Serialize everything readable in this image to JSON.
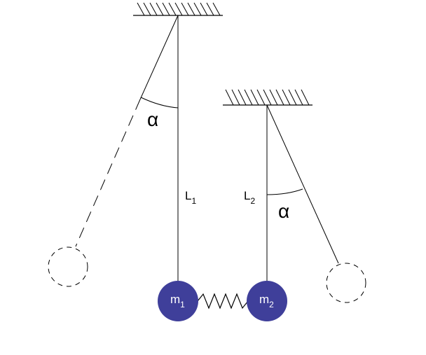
{
  "labels": {
    "angle_left": "α",
    "angle_right": "α",
    "length_1": "L",
    "length_1_sub": "1",
    "length_2": "L",
    "length_2_sub": "2",
    "mass_1": "m",
    "mass_1_sub": "1",
    "mass_2": "m",
    "mass_2_sub": "2"
  },
  "colors": {
    "mass_fill": "#3F3F9A",
    "line": "#000000",
    "dashed": "#000000"
  }
}
